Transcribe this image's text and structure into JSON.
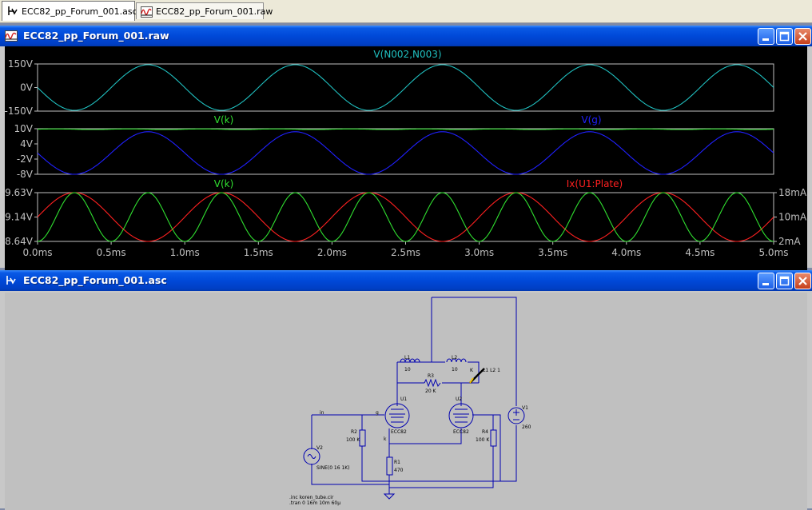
{
  "tabs": [
    {
      "label": "ECC82_pp_Forum_001.asc",
      "active": true,
      "icon": "schematic-icon"
    },
    {
      "label": "ECC82_pp_Forum_001.raw",
      "active": false,
      "icon": "waveform-icon"
    }
  ],
  "colors": {
    "accent": "#0049d8",
    "trace_cyan": "#20c0c0",
    "trace_green": "#30e030",
    "trace_blue": "#2020ff",
    "trace_red": "#ff2020",
    "axis": "#c0c0c0"
  },
  "waveform_window": {
    "title": "ECC82_pp_Forum_001.raw",
    "x_ticks": [
      "0.0ms",
      "0.5ms",
      "1.0ms",
      "1.5ms",
      "2.0ms",
      "2.5ms",
      "3.0ms",
      "3.5ms",
      "4.0ms",
      "4.5ms",
      "5.0ms"
    ],
    "panes": [
      {
        "left_ticks": [
          "150V",
          "0V",
          "-150V"
        ],
        "right_ticks": [],
        "traces": [
          {
            "label": "V(N002,N003)",
            "color": "#20c0c0"
          }
        ]
      },
      {
        "left_ticks": [
          "10V",
          "4V",
          "-2V",
          "-8V"
        ],
        "right_ticks": [],
        "traces": [
          {
            "label": "V(k)",
            "color": "#30e030"
          },
          {
            "label": "V(g)",
            "color": "#2020ff"
          }
        ]
      },
      {
        "left_ticks": [
          "9.63V",
          "9.14V",
          "8.64V"
        ],
        "right_ticks": [
          "18mA",
          "10mA",
          "2mA"
        ],
        "traces": [
          {
            "label": "V(k)",
            "color": "#30e030"
          },
          {
            "label": "Ix(U1:Plate)",
            "color": "#ff2020"
          }
        ]
      }
    ]
  },
  "chart_data": [
    {
      "type": "line",
      "x_unit": "ms",
      "xlim": [
        0,
        5
      ],
      "ylim": [
        -150,
        150
      ],
      "left_ticks_values": [
        150,
        0,
        -150
      ],
      "series": [
        {
          "name": "V(N002,N003)",
          "shape": "sine",
          "frequency_hz": 1000,
          "amplitude": 145,
          "offset": 0,
          "phase": "starts at 0, falling"
        }
      ]
    },
    {
      "type": "line",
      "x_unit": "ms",
      "xlim": [
        0,
        5
      ],
      "ylim": [
        -8,
        10
      ],
      "left_ticks_values": [
        10,
        4,
        -2,
        -8
      ],
      "series": [
        {
          "name": "V(k)",
          "shape": "near-constant",
          "value": 9.8
        },
        {
          "name": "V(g)",
          "shape": "sine",
          "frequency_hz": 1000,
          "amplitude": 8.4,
          "offset": 0.4
        }
      ]
    },
    {
      "type": "line",
      "x_unit": "ms",
      "xlim": [
        0,
        5
      ],
      "ylim": [
        8.64,
        9.63
      ],
      "y2lim": [
        2,
        18
      ],
      "left_ticks_values": [
        9.63,
        9.14,
        8.64
      ],
      "right_ticks_values": [
        18,
        10,
        2
      ],
      "series": [
        {
          "name": "V(k)",
          "shape": "rectified sine",
          "frequency_hz": 2000,
          "min": 8.64,
          "max": 9.63
        },
        {
          "name": "Ix(U1:Plate)",
          "shape": "sine",
          "frequency_hz": 1000,
          "min": 2,
          "max": 18,
          "axis": "right"
        }
      ]
    }
  ],
  "schematic_window": {
    "title": "ECC82_pp_Forum_001.asc",
    "labels": {
      "l1": "L1",
      "l1v": "10",
      "l2": "L2",
      "l2v": "10",
      "r3": "R3",
      "r3v": "20 K",
      "k": "K",
      "k_expr": "L1 L2 1",
      "u1": "U1",
      "u1m": "ECC82",
      "u2": "U2",
      "u2m": "ECC82",
      "v1": "V1",
      "v1v": "260",
      "in": "in",
      "g": "g",
      "k2": "k",
      "r2": "R2",
      "r2v": "100 K",
      "r4": "R4",
      "r4v": "100 K",
      "r1": "R1",
      "r1v": "470",
      "v2": "V2",
      "v2v": "SINE(0 16 1K)",
      "inc": ".inc koren_tube.cir",
      "tran": ".tran 0 16m 10m 60μ"
    }
  }
}
